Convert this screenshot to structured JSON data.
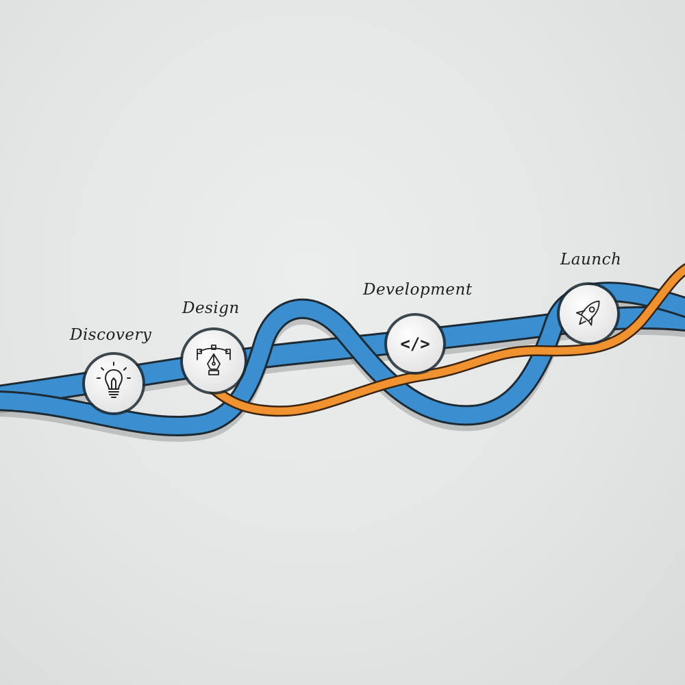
{
  "colors": {
    "background": "#e6e8e8",
    "ribbon_blue": "#3b8fd0",
    "ribbon_orange": "#f0922f",
    "outline": "#1d2a33",
    "node_fill": "#f3f3f3",
    "label": "#1e1e1e"
  },
  "stages": [
    {
      "label": "Discovery",
      "icon": "lightbulb-icon"
    },
    {
      "label": "Design",
      "icon": "pen-tool-icon"
    },
    {
      "label": "Development",
      "icon": "code-brackets-icon",
      "icon_text": "</>"
    },
    {
      "label": "Launch",
      "icon": "rocket-icon"
    }
  ]
}
